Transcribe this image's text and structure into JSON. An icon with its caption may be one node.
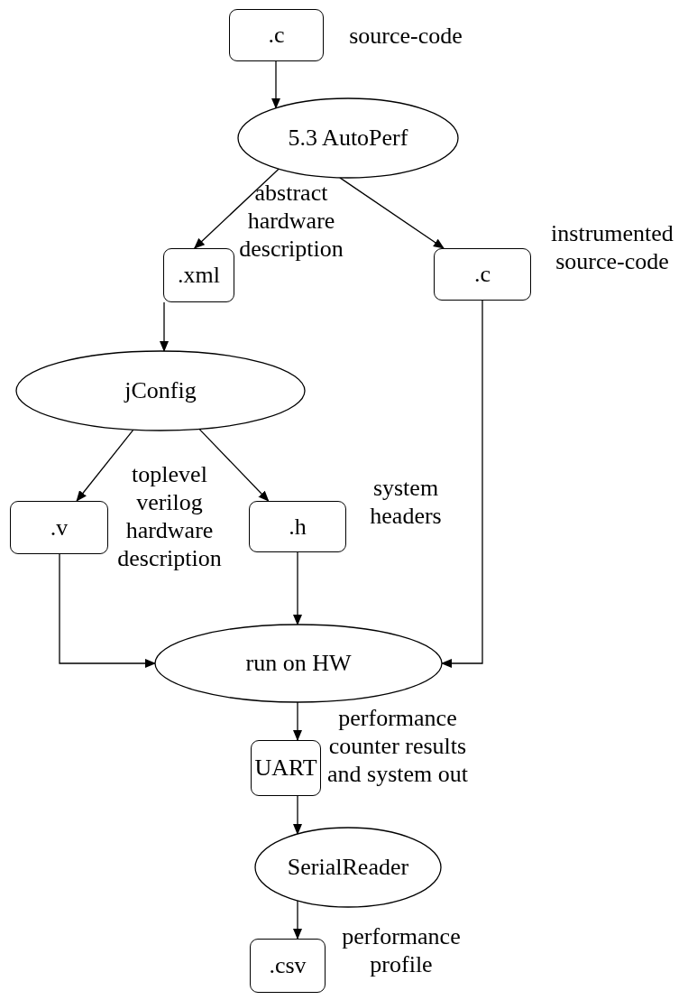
{
  "diagram": {
    "nodes": [
      {
        "text": [
          ".c"
        ],
        "beside": [
          "source-code"
        ]
      },
      {
        "text": [
          "5.3 AutoPerf"
        ]
      },
      {
        "text": [
          ".xml"
        ],
        "beside": [
          "abstract hardware description"
        ]
      },
      {
        "text": [
          ".c"
        ],
        "beside": [
          "instrumented source-code"
        ]
      },
      {
        "text": [
          "jConfig"
        ]
      },
      {
        "text": [
          ".v"
        ],
        "beside": [
          "toplevel verilog hardware description"
        ]
      },
      {
        "text": [
          ".h"
        ],
        "beside": [
          "system headers"
        ]
      },
      {
        "text": [
          "run on HW"
        ]
      },
      {
        "text": [
          "UART"
        ],
        "beside": [
          "performance counter results and system out"
        ]
      },
      {
        "text": [
          "SerialReader"
        ]
      },
      {
        "text": [
          ".csv"
        ],
        "beside": [
          "performance profile"
        ]
      }
    ],
    "edges": [
      {
        "from": 0,
        "to": 1,
        "arrow": "to"
      },
      {
        "from": 1,
        "to": 2,
        "arrow": "to"
      },
      {
        "from": 1,
        "to": 3,
        "arrow": "to"
      },
      {
        "from": 2,
        "to": 4,
        "arrow": "to"
      },
      {
        "from": 4,
        "to": 5,
        "arrow": "to"
      },
      {
        "from": 4,
        "to": 6,
        "arrow": "to"
      },
      {
        "from": 5,
        "to": 7,
        "arrow": "to"
      },
      {
        "from": 6,
        "to": 7,
        "arrow": "to"
      },
      {
        "from": 3,
        "to": 7,
        "arrow": "to"
      },
      {
        "from": 7,
        "to": 8,
        "arrow": "to"
      },
      {
        "from": 8,
        "to": 9,
        "arrow": "to"
      },
      {
        "from": 9,
        "to": 10,
        "arrow": "to"
      }
    ]
  }
}
